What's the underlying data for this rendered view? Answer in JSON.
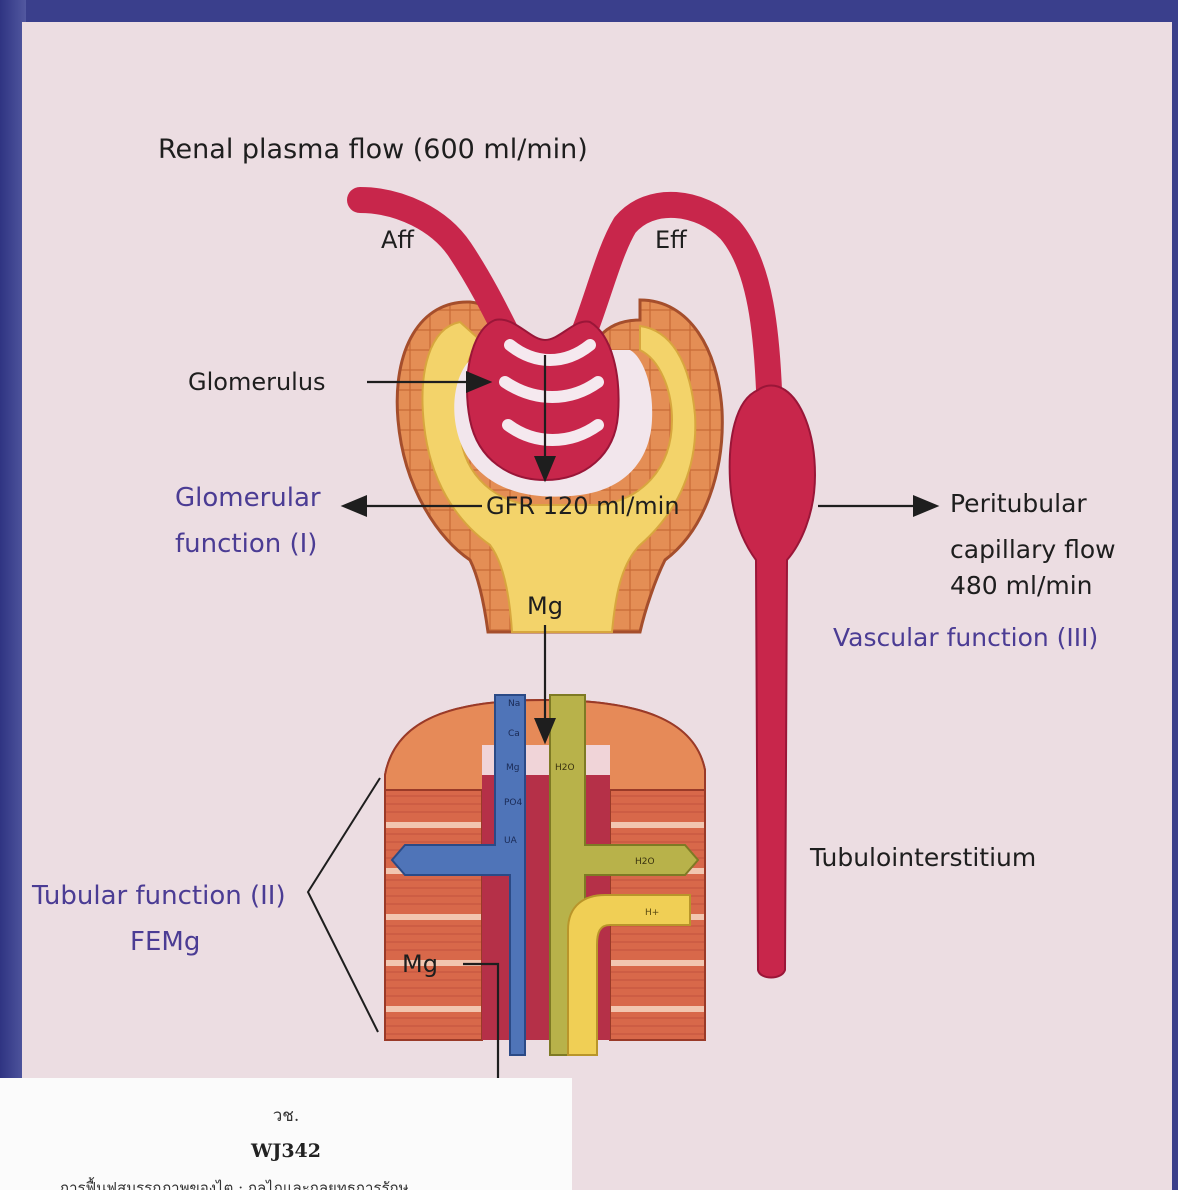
{
  "labels": {
    "renal_plasma_flow": "Renal plasma flow (600 ml/min)",
    "aff": "Aff",
    "eff": "Eff",
    "glomerulus": "Glomerulus",
    "glomerular_function_1": "Glomerular",
    "glomerular_function_2": "function (I)",
    "gfr": "GFR 120 ml/min",
    "mg_top": "Mg",
    "peritubular_1": "Peritubular",
    "peritubular_2": "capillary flow",
    "peritubular_3": "480 ml/min",
    "vascular_function": "Vascular function (III)",
    "tubulointerstitium": "Tubulointerstitium",
    "tubular_function": "Tubular function (II)",
    "femg": "FEMg",
    "mg_bottom": "Mg"
  },
  "ion_labels": {
    "na": "Na",
    "ca": "Ca",
    "mg": "Mg",
    "po4": "PO4",
    "ua": "UA",
    "h2o_a": "H2O",
    "h2o_b": "H2O",
    "h_plus": "H+"
  },
  "sticker": {
    "line1": "วช.",
    "line2": "WJ342",
    "line3": "การฟื้นฟูสมรรถภาพของไต : กลไกและกลยุทธการรักษ"
  },
  "colors": {
    "vessel": "#c8264b",
    "capsule": "#e58a4e",
    "yellow": "#f0d66a",
    "blue_channel": "#4f74b8",
    "olive_channel": "#b8b24a",
    "label_blue": "#4b3c94",
    "label_black": "#1e1e1e"
  }
}
